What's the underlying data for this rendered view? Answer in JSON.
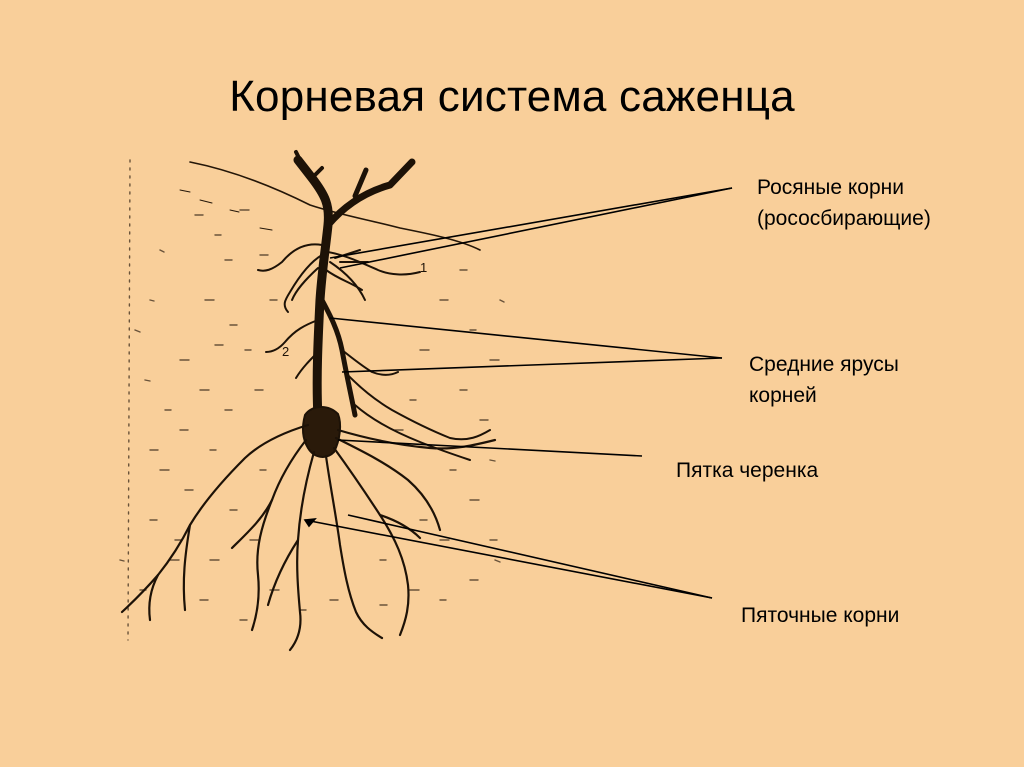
{
  "slide": {
    "title": "Корневая система саженца",
    "background_color": "#f9cf9a"
  },
  "labels": {
    "dew_roots": "Росяные корни\n(рососбирающие)",
    "middle_tiers": "Средние ярусы\nкорней",
    "cutting_heel": "Пятка черенка",
    "heel_roots": "Пяточные корни"
  },
  "drawing": {
    "subject": "sketch of a seedling stem with root system in soil",
    "markers": [
      "1",
      "2"
    ]
  }
}
